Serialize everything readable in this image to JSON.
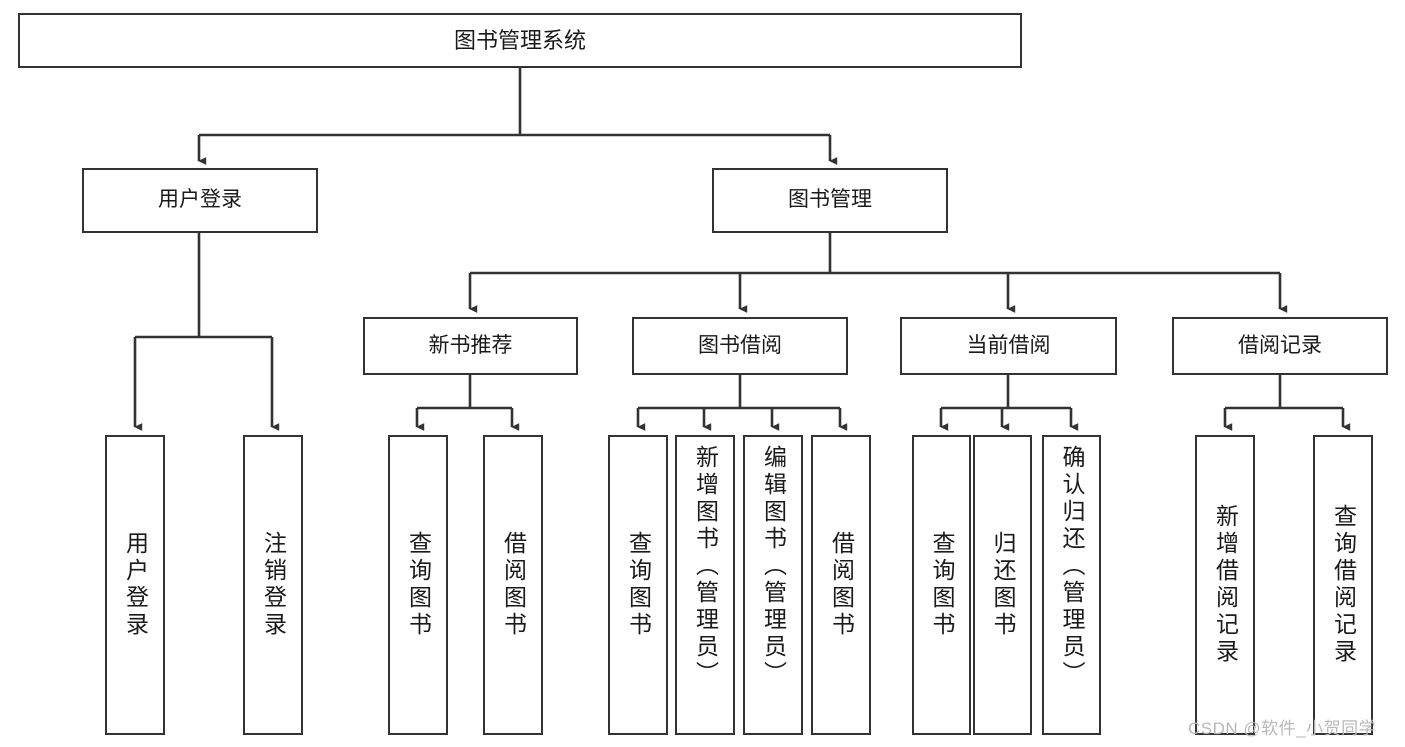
{
  "diagram": {
    "title": "图书管理系统",
    "type": "tree-hierarchy-chart",
    "watermark": "CSDN @软件_小贺同学",
    "colors": {
      "box_border": "#333333",
      "box_fill": "#ffffff",
      "edge": "#333333",
      "text": "#1a1a1a",
      "watermark": "#b9b9b9",
      "background": "#ffffff"
    },
    "nodes": {
      "root": {
        "label": "图书管理系统"
      },
      "level2": [
        {
          "id": "user-login",
          "label": "用户登录"
        },
        {
          "id": "book-manage",
          "label": "图书管理"
        }
      ],
      "level3": [
        {
          "id": "new-book-recommend",
          "label": "新书推荐"
        },
        {
          "id": "book-borrow",
          "label": "图书借阅"
        },
        {
          "id": "current-borrow",
          "label": "当前借阅"
        },
        {
          "id": "borrow-record",
          "label": "借阅记录"
        }
      ],
      "leaves": {
        "user_login": [
          {
            "id": "leaf-user-login",
            "label": "用户登录"
          },
          {
            "id": "leaf-logout-login",
            "label": "注销登录"
          }
        ],
        "new_book_recommend": [
          {
            "id": "leaf-query-book-1",
            "label": "查询图书"
          },
          {
            "id": "leaf-borrow-book-1",
            "label": "借阅图书"
          }
        ],
        "book_borrow": [
          {
            "id": "leaf-query-book-2",
            "label": "查询图书"
          },
          {
            "id": "leaf-add-book",
            "label": "新增图书（管理员）"
          },
          {
            "id": "leaf-edit-book",
            "label": "编辑图书（管理员）"
          },
          {
            "id": "leaf-borrow-book-2",
            "label": "借阅图书"
          }
        ],
        "current_borrow": [
          {
            "id": "leaf-query-book-3",
            "label": "查询图书"
          },
          {
            "id": "leaf-return-book",
            "label": "归还图书"
          },
          {
            "id": "leaf-confirm-return",
            "label": "确认归还（管理员）"
          }
        ],
        "borrow_record": [
          {
            "id": "leaf-add-record",
            "label": "新增借阅记录"
          },
          {
            "id": "leaf-query-record",
            "label": "查询借阅记录"
          }
        ]
      }
    }
  }
}
